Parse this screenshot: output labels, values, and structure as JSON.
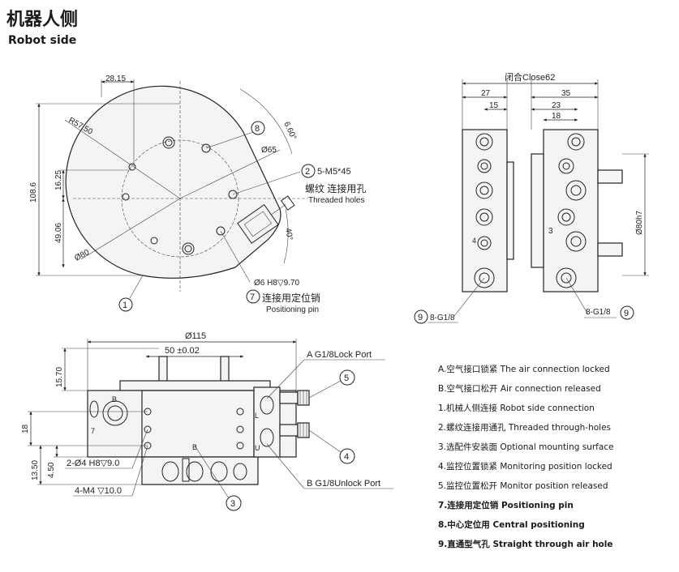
{
  "title": {
    "zh": "机器人侧",
    "en": "Robot side"
  },
  "top_view": {
    "dims": {
      "w1": "28.15",
      "h1": "108.6",
      "h2": "16.25",
      "h3": "49.06",
      "r": "R57.50",
      "d65": "Ø65",
      "d80": "Ø80",
      "ang1": "6.60°",
      "ang2": "40°"
    },
    "callout_2": "5-M5*45",
    "callout_2_zh": "螺纹 连接用孔",
    "callout_2_en": "Threaded holes",
    "callout_7_dim": "Ø6 H8▽9.70",
    "callout_7_zh": "连接用定位销",
    "callout_7_en": "Positioning pin",
    "markers": {
      "m1": "1",
      "m2": "2",
      "m7": "7",
      "m8": "8"
    }
  },
  "side_view": {
    "close": "闭合Close62",
    "dims": {
      "d27": "27",
      "d35": "35",
      "d15": "15",
      "d23": "23",
      "d18": "18",
      "d80h7": "Ø80h7"
    },
    "port_left": "8-G1/8",
    "port_right": "8-G1/8",
    "marker": "9",
    "center_label": "3",
    "left_small": "4"
  },
  "front_view": {
    "dims": {
      "d115": "Ø115",
      "d50": "50 ±0.02",
      "d15_70": "15.70",
      "d18": "18",
      "d13_50": "13.50",
      "d4_50": "4.50"
    },
    "port_a": "A G1/8Lock Port",
    "port_b": "B G1/8Unlock Port",
    "holes_1": "2-Ø4 H8▽9.0",
    "holes_2": "4-M4 ▽10.0",
    "labels": {
      "B_top": "B",
      "B_bottom": "B",
      "L": "L",
      "U": "U",
      "num7": "7"
    },
    "markers": {
      "m3": "3",
      "m4": "4",
      "m5": "5"
    }
  },
  "legend": [
    {
      "text": "A.空气接口锁紧 The air connection locked",
      "bold": false
    },
    {
      "text": "B.空气接口松开 Air connection released",
      "bold": false
    },
    {
      "text": "1.机械人侧连接 Robot side connection",
      "bold": false
    },
    {
      "text": "2.螺纹连接用通孔 Threaded through-holes",
      "bold": false
    },
    {
      "text": "3.选配件安装面 Optional mounting surface",
      "bold": false
    },
    {
      "text": "4.监控位置锁紧 Monitoring position locked",
      "bold": false
    },
    {
      "text": "5.监控位置松开 Monitor position released",
      "bold": false
    },
    {
      "text": "7.连接用定位销 Positioning pin",
      "bold": true
    },
    {
      "text": "8.中心定位用 Central positioning",
      "bold": true
    },
    {
      "text": "9.直通型气孔 Straight through air hole",
      "bold": true
    }
  ]
}
